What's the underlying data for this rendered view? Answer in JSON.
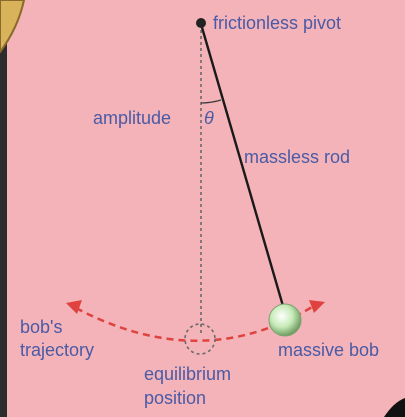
{
  "labels": {
    "pivot": "frictionless pivot",
    "amplitude": "amplitude",
    "theta": "θ",
    "rod": "massless rod",
    "trajectory_line1": "bob's",
    "trajectory_line2": "trajectory",
    "equilibrium_line1": "equilibrium",
    "equilibrium_line2": "position",
    "bob": "massive bob"
  },
  "colors": {
    "background": "#f3b3b8",
    "label": "#4a5aa6",
    "rod": "#1a1a1a",
    "trajectory": "#e0423f",
    "bob": "#bde8b0"
  }
}
